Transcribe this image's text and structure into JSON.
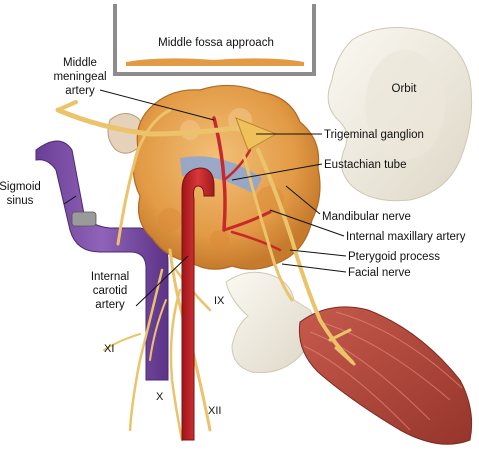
{
  "approach_box": {
    "label": "Middle fossa approach"
  },
  "labels": {
    "middle_meningeal_line1": "Middle",
    "middle_meningeal_line2": "meningeal",
    "middle_meningeal_line3": "artery",
    "orbit": "Orbit",
    "trigeminal_ganglion": "Trigeminal ganglion",
    "eustachian_tube": "Eustachian tube",
    "sigmoid_line1": "Sigmoid",
    "sigmoid_line2": "sinus",
    "mandibular_nerve": "Mandibular nerve",
    "internal_maxillary_artery": "Internal maxillary artery",
    "pterygoid_process": "Pterygoid process",
    "facial_nerve": "Facial nerve",
    "carotid_line1": "Internal",
    "carotid_line2": "carotid",
    "carotid_line3": "artery",
    "cn_ix": "IX",
    "cn_xi": "XI",
    "cn_x": "X",
    "cn_xii": "XII"
  },
  "colors": {
    "bone": "#f1ede2",
    "tumor": "#e6a24f",
    "nerve": "#eac36a",
    "artery": "#c8282a",
    "sinus": "#7b4fa6",
    "eustachian": "#8aa6d6",
    "muscle": "#b24a3e"
  }
}
